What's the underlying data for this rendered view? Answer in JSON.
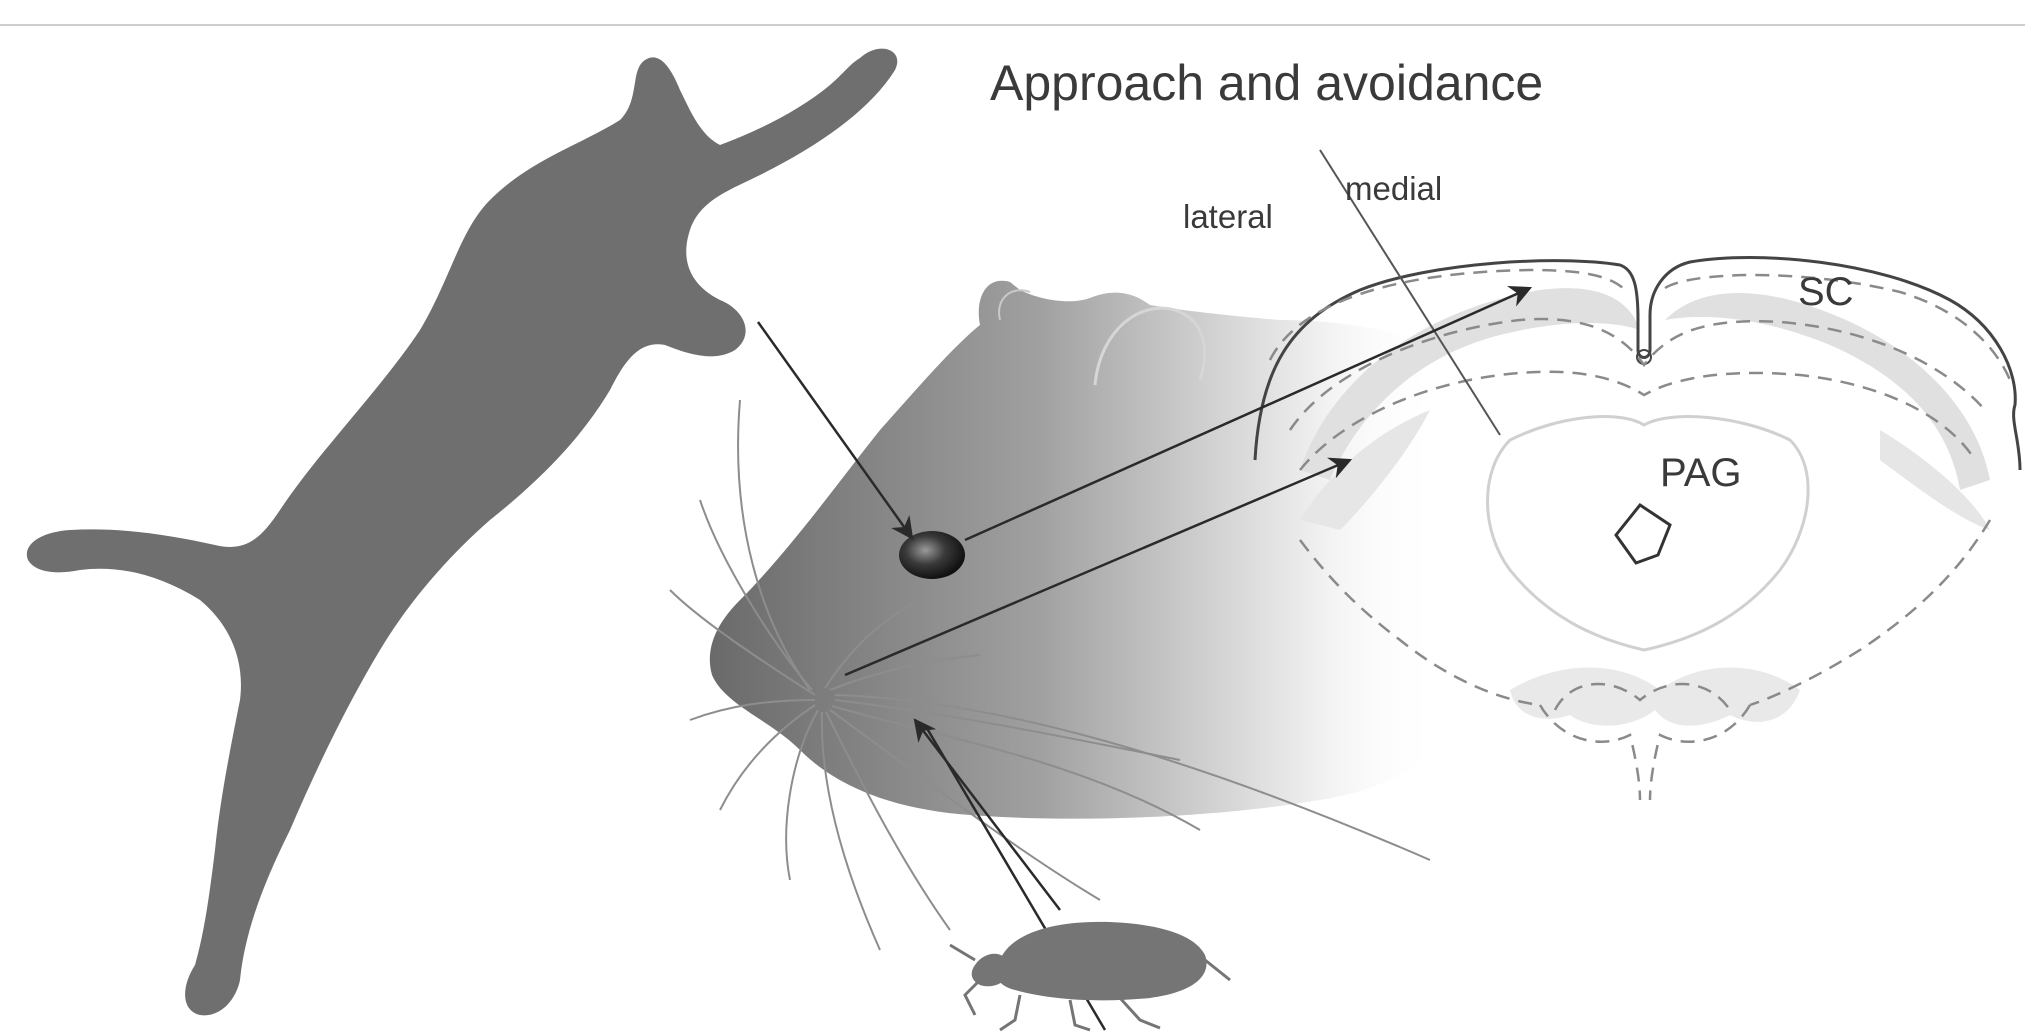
{
  "title": "Approach and avoidance",
  "labels": {
    "lateral": "lateral",
    "medial": "medial",
    "sc": "SC",
    "pag": "PAG"
  },
  "colors": {
    "silhouette": "#6f6f6f",
    "mouse_dark": "#7a7a7a",
    "outline": "#444444",
    "dashed": "#8a8a8a",
    "brain_gray": "#dedede",
    "arrow": "#2a2a2a",
    "top_rule": "#cfcfcf"
  }
}
